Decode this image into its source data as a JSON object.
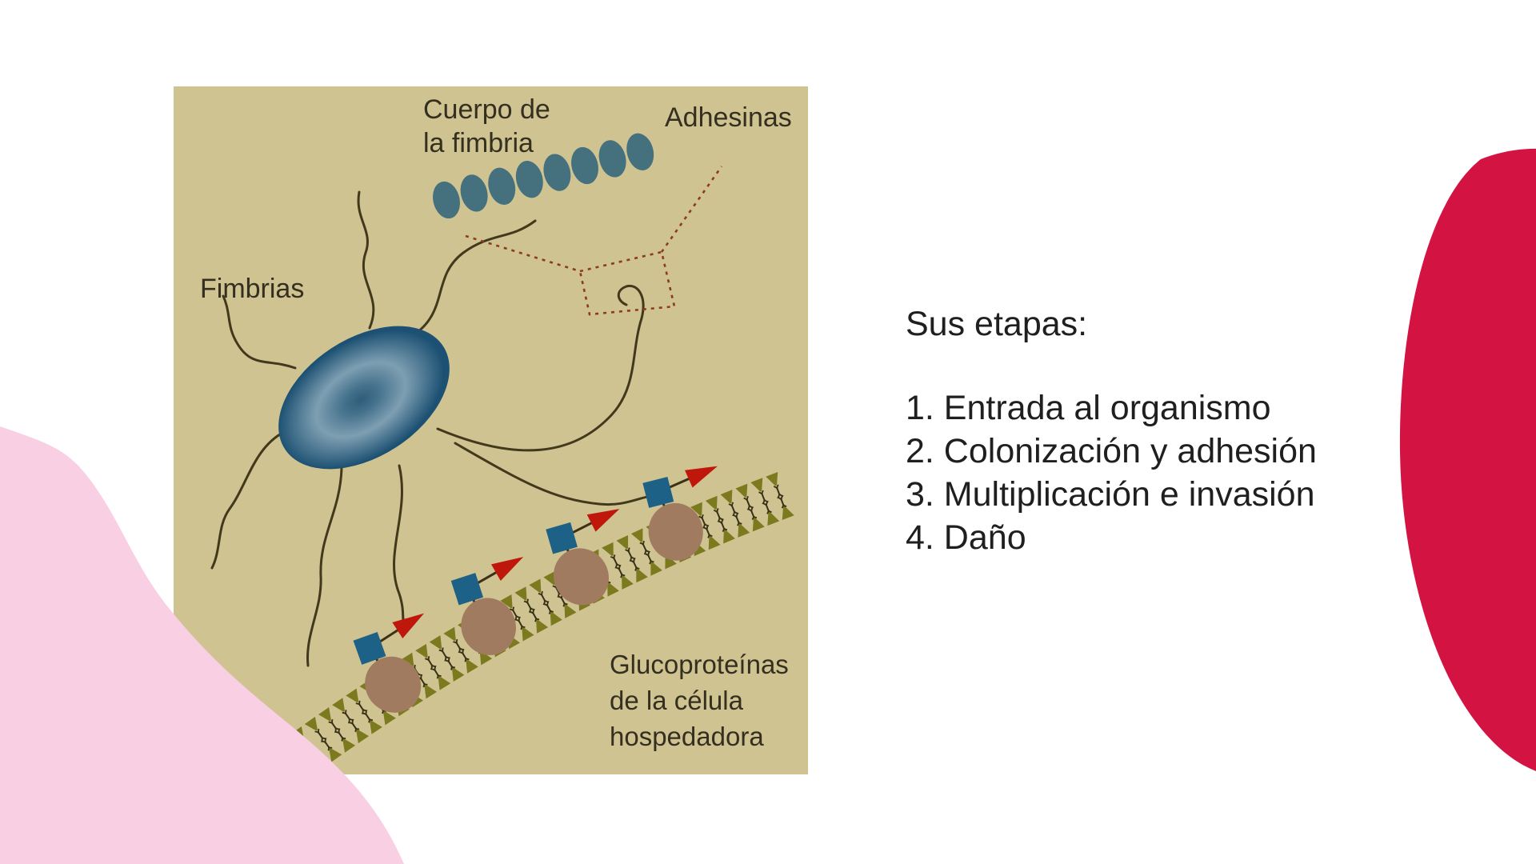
{
  "slide": {
    "background": "#ffffff",
    "text_color": "#1f1f1f",
    "etapas": {
      "heading": "Sus etapas:",
      "items": [
        "1. Entrada al organismo",
        "2. Colonización y adhesión",
        "3. Multiplicación e invasión",
        "4. Daño"
      ]
    },
    "decor": {
      "pink_blob_color": "#f9cfe3",
      "red_blob_color": "#d31443"
    },
    "diagram": {
      "panel_background": "#cfc392",
      "label_color": "#352f20",
      "labels": {
        "fimbria_body_line1": "Cuerpo de",
        "fimbria_body_line2": "la fimbria",
        "adhesins": "Adhesinas",
        "fimbriae": "Fimbrias",
        "glycoproteins_line1": "Glucoproteínas",
        "glycoproteins_line2": "de la célula",
        "glycoproteins_line3": "hospedadora"
      },
      "counts": {
        "fimbria_body_beads": 8,
        "glycoproteins": 4
      },
      "colors": {
        "bead": "#45707e",
        "bacterium_center": "#2f5d79",
        "bacterium_inner2": "#44718c",
        "bacterium_mid": "#7e9fb2",
        "bacterium_outer": "#1d5173",
        "fimbria_line": "#42391c",
        "callout_dash": "#8c3a22",
        "membrane_head": "#7c7a1e",
        "membrane_tail": "#383116",
        "glycoprotein": "#a17b60",
        "stick": "#3c3118",
        "adhesin_square": "#1e6186",
        "adhesin_triangle": "#c0170c"
      }
    }
  }
}
